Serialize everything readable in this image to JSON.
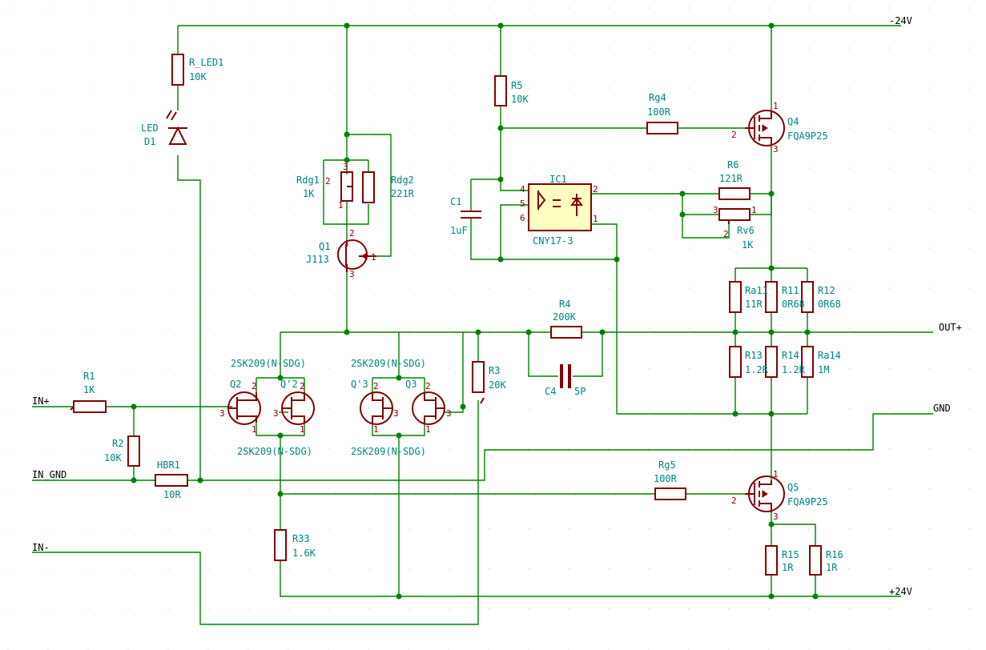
{
  "colors": {
    "wire": "#008000",
    "component": "#840000",
    "label": "#008484",
    "net": "#000000"
  },
  "nets": {
    "neg24": "-24V",
    "pos24": "+24V",
    "out": "OUT+",
    "gnd": "GND",
    "in_plus": "IN+",
    "in_gnd": "IN_GND",
    "in_minus": "IN-"
  },
  "components": {
    "r_led1": {
      "ref": "R_LED1",
      "value": "10K"
    },
    "d1": {
      "ref": "LED",
      "value": "D1"
    },
    "rdg1": {
      "ref": "Rdg1",
      "value": "1K"
    },
    "rdg2": {
      "ref": "Rdg2",
      "value": "221R"
    },
    "q1": {
      "ref": "Q1",
      "value": "J113"
    },
    "r5": {
      "ref": "R5",
      "value": "10K"
    },
    "rg4": {
      "ref": "Rg4",
      "value": "100R"
    },
    "q4": {
      "ref": "Q4",
      "value": "FQA9P25"
    },
    "c1": {
      "ref": "C1",
      "value": "1uF"
    },
    "ic1": {
      "ref": "IC1",
      "value": "CNY17-3"
    },
    "r6": {
      "ref": "R6",
      "value": "121R"
    },
    "rv6": {
      "ref": "Rv6",
      "value": "1K"
    },
    "ra11": {
      "ref": "Ra11",
      "value": "11R"
    },
    "r11": {
      "ref": "R11",
      "value": "0R68"
    },
    "r12": {
      "ref": "R12",
      "value": "0R68"
    },
    "r13": {
      "ref": "R13",
      "value": "1.2R"
    },
    "r14": {
      "ref": "R14",
      "value": "1.2R"
    },
    "ra14": {
      "ref": "Ra14",
      "value": "1M"
    },
    "r4": {
      "ref": "R4",
      "value": "200K"
    },
    "c4": {
      "ref": "C4",
      "value": "5P"
    },
    "r3": {
      "ref": "R3",
      "value": "20K"
    },
    "r1": {
      "ref": "R1",
      "value": "1K"
    },
    "r2": {
      "ref": "R2",
      "value": "10K"
    },
    "hbr1": {
      "ref": "HBR1",
      "value": "10R"
    },
    "q2": {
      "ref": "Q2"
    },
    "q2b": {
      "ref": "Q'2"
    },
    "q3b": {
      "ref": "Q'3"
    },
    "q3": {
      "ref": "Q3"
    },
    "pair_label": "2SK209(N-SDG)",
    "rg5": {
      "ref": "Rg5",
      "value": "100R"
    },
    "q5": {
      "ref": "Q5",
      "value": "FQA9P25"
    },
    "r33": {
      "ref": "R33",
      "value": "1.6K"
    },
    "r15": {
      "ref": "R15",
      "value": "1R"
    },
    "r16": {
      "ref": "R16",
      "value": "1R"
    }
  },
  "pins": {
    "p1": "1",
    "p2": "2",
    "p3": "3",
    "p4": "4",
    "p5": "5",
    "p6": "6"
  }
}
